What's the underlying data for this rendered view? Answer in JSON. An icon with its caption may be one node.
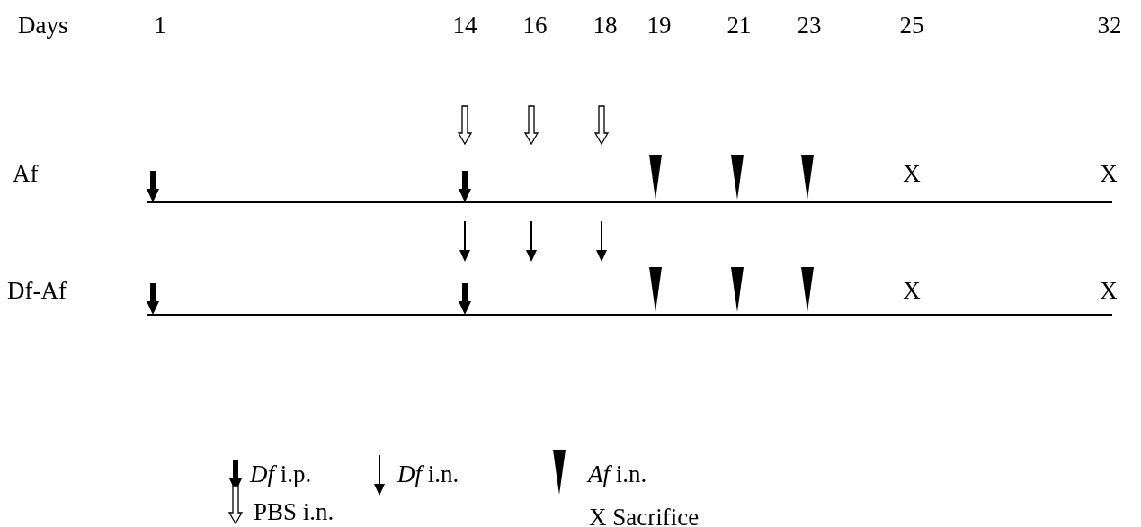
{
  "diagram": {
    "labels": [
      "Days",
      "1",
      "14",
      "16",
      "18",
      "19",
      "21",
      "23",
      "25",
      "32",
      "Af",
      "X",
      "X",
      "Df-Af",
      "X",
      "X"
    ],
    "legend": [
      {
        "text": "*Df* i.p."
      },
      {
        "text": "*Df* i.n."
      },
      {
        "text": "*Af* i.n."
      },
      {
        "text": "PBS i.n."
      },
      {
        "text": "X Sacrifice"
      }
    ]
  }
}
